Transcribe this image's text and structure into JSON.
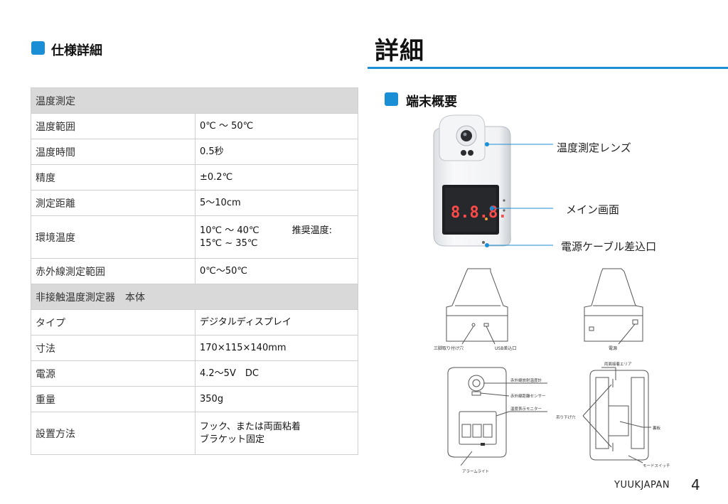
{
  "left": {
    "section_title": "仕様詳細",
    "table": [
      {
        "type": "category",
        "label": "温度測定"
      },
      {
        "type": "row",
        "label": "温度範囲",
        "value": "0℃ ～ 50℃"
      },
      {
        "type": "row",
        "label": "温度時間",
        "value": "0.5秒"
      },
      {
        "type": "row",
        "label": "精度",
        "value": "±0.2℃"
      },
      {
        "type": "row",
        "label": "測定距離",
        "value": "5〜10cm"
      },
      {
        "type": "row2",
        "label": "環境温度",
        "value": "10℃ ～ 40℃",
        "value_extra": "推奨温度:",
        "value_line2": "15℃ ~ 35℃"
      },
      {
        "type": "row",
        "label": "赤外線測定範囲",
        "value": "0℃〜50℃"
      },
      {
        "type": "category",
        "label": "非接触温度測定器　本体"
      },
      {
        "type": "row",
        "label": "タイプ",
        "value": "デジタルディスプレイ"
      },
      {
        "type": "row",
        "label": "寸法",
        "value": "170×115×140mm"
      },
      {
        "type": "row",
        "label": "電源",
        "value": "4.2〜5V　DC"
      },
      {
        "type": "row",
        "label": "重量",
        "value": "350g"
      },
      {
        "type": "row2",
        "label": "設置方法",
        "value": "フック、または両面粘着",
        "value_extra": "",
        "value_line2": "ブラケット固定"
      }
    ]
  },
  "right": {
    "title": "詳細",
    "section_title": "端末概要",
    "device_display": "8.8.8.",
    "callouts": {
      "lens": "温度測定レンズ",
      "screen": "メイン画面",
      "cable": "電源ケーブル差込口"
    },
    "diagram_labels": {
      "tripod": "三脚取り付け穴",
      "usb": "USB差込口",
      "power": "電源",
      "double_tape_area": "両面接着エリア",
      "ir_thermo": "赤外線放射温度計",
      "ir_sensor": "赤外線距離センサー",
      "temp_monitor": "温度表示モニター",
      "hanging_hole": "吊り下げ穴",
      "panel": "裏板",
      "mode_switch": "モードスイッチ",
      "alarm_light": "アラームライト"
    }
  },
  "footer": {
    "brand": "YUUKJAPAN",
    "page": "4"
  },
  "colors": {
    "accent": "#1a8fd6",
    "category_bg": "#d9d9d9",
    "display_red": "#ff4a4a"
  }
}
